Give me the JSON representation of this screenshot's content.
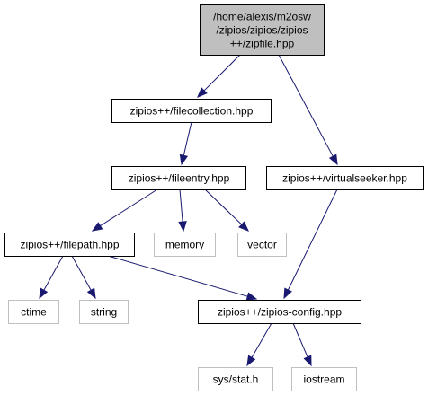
{
  "graph": {
    "nodes": [
      {
        "id": "zipfile",
        "lines": [
          "/home/alexis/m2osw",
          "/zipios/zipios/zipios",
          "++/zipfile.hpp"
        ],
        "style": "root"
      },
      {
        "id": "filecollection",
        "lines": [
          "zipios++/filecollection.hpp"
        ],
        "style": "normal"
      },
      {
        "id": "virtualseeker",
        "lines": [
          "zipios++/virtualseeker.hpp"
        ],
        "style": "normal"
      },
      {
        "id": "fileentry",
        "lines": [
          "zipios++/fileentry.hpp"
        ],
        "style": "normal"
      },
      {
        "id": "filepath",
        "lines": [
          "zipios++/filepath.hpp"
        ],
        "style": "normal"
      },
      {
        "id": "memory",
        "lines": [
          "memory"
        ],
        "style": "system"
      },
      {
        "id": "vector",
        "lines": [
          "vector"
        ],
        "style": "system"
      },
      {
        "id": "ctime",
        "lines": [
          "ctime"
        ],
        "style": "system"
      },
      {
        "id": "string",
        "lines": [
          "string"
        ],
        "style": "system"
      },
      {
        "id": "zipiosconfig",
        "lines": [
          "zipios++/zipios-config.hpp"
        ],
        "style": "normal"
      },
      {
        "id": "sysstat",
        "lines": [
          "sys/stat.h"
        ],
        "style": "system"
      },
      {
        "id": "iostream",
        "lines": [
          "iostream"
        ],
        "style": "system"
      }
    ],
    "edges": [
      {
        "from": "zipfile",
        "to": "filecollection"
      },
      {
        "from": "zipfile",
        "to": "virtualseeker"
      },
      {
        "from": "filecollection",
        "to": "fileentry"
      },
      {
        "from": "fileentry",
        "to": "filepath"
      },
      {
        "from": "fileentry",
        "to": "memory"
      },
      {
        "from": "fileentry",
        "to": "vector"
      },
      {
        "from": "filepath",
        "to": "ctime"
      },
      {
        "from": "filepath",
        "to": "string"
      },
      {
        "from": "filepath",
        "to": "zipiosconfig"
      },
      {
        "from": "virtualseeker",
        "to": "zipiosconfig"
      },
      {
        "from": "zipiosconfig",
        "to": "sysstat"
      },
      {
        "from": "zipiosconfig",
        "to": "iostream"
      }
    ],
    "colors": {
      "edge": "#191970",
      "root_fill": "#bfbfbf",
      "system_border": "#bfbfbf",
      "normal_border": "#000000"
    }
  }
}
